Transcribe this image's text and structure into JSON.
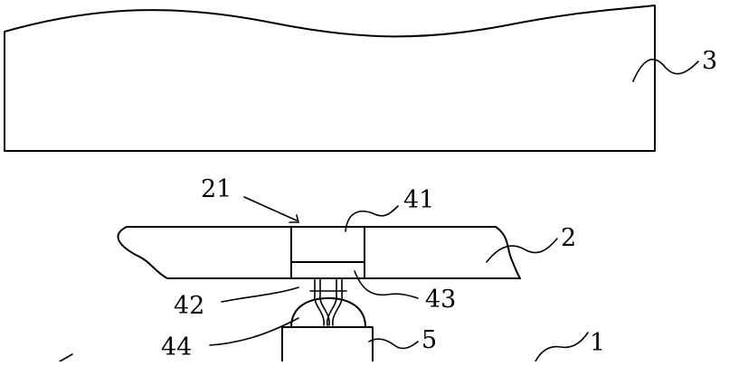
{
  "labels": {
    "panel": "3",
    "substrate": "2",
    "hole": "21",
    "cap": "41",
    "pins": "42",
    "inner_layer": "43",
    "dome": "44",
    "component": "5",
    "base": "1"
  }
}
